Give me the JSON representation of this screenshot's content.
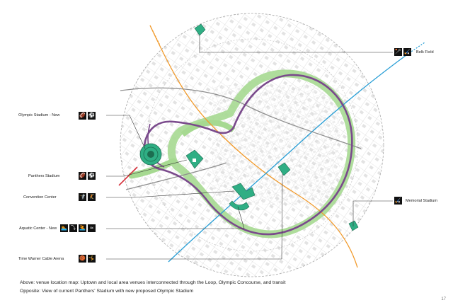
{
  "venues": [
    {
      "label": "Olympic Stadium - New",
      "icons": [
        "football-icon",
        "soccer-icon"
      ]
    },
    {
      "label": "Belk Field",
      "icons": [
        "lacrosse-icon",
        "field-hockey-icon"
      ]
    },
    {
      "label": "Panthers Stadium",
      "icons": [
        "football-icon",
        "soccer-icon"
      ]
    },
    {
      "label": "Convention Center",
      "icons": [
        "fencing-icon",
        "handball-icon"
      ]
    },
    {
      "label": "Memorial Stadium",
      "icons": [
        "field-hockey-icon"
      ]
    },
    {
      "label": "Aquatic Center - New",
      "icons": [
        "swimming-icon",
        "diving-icon",
        "water-polo-icon",
        "synchronized-swimming-icon"
      ]
    },
    {
      "label": "Time Warner Cable Arena",
      "icons": [
        "basketball-icon",
        "gymnastics-icon"
      ]
    }
  ],
  "caption": {
    "above": "Above:  venue location map: Uptown and local area venues interconnected through the Loop, Olympic Concourse, and transit",
    "opposite": "Opposite:  View of current Panthers' Stadium with new proposed Olympic Stadium"
  },
  "page_number": "17",
  "colors": {
    "loop": "#7a4a8c",
    "concourse": "#a6d991",
    "venue": "#2fae84",
    "transit_blue": "#2a9fd6",
    "transit_orange": "#f19a2b",
    "transit_red": "#d6303b",
    "rail_gray": "#8e8e8e"
  }
}
